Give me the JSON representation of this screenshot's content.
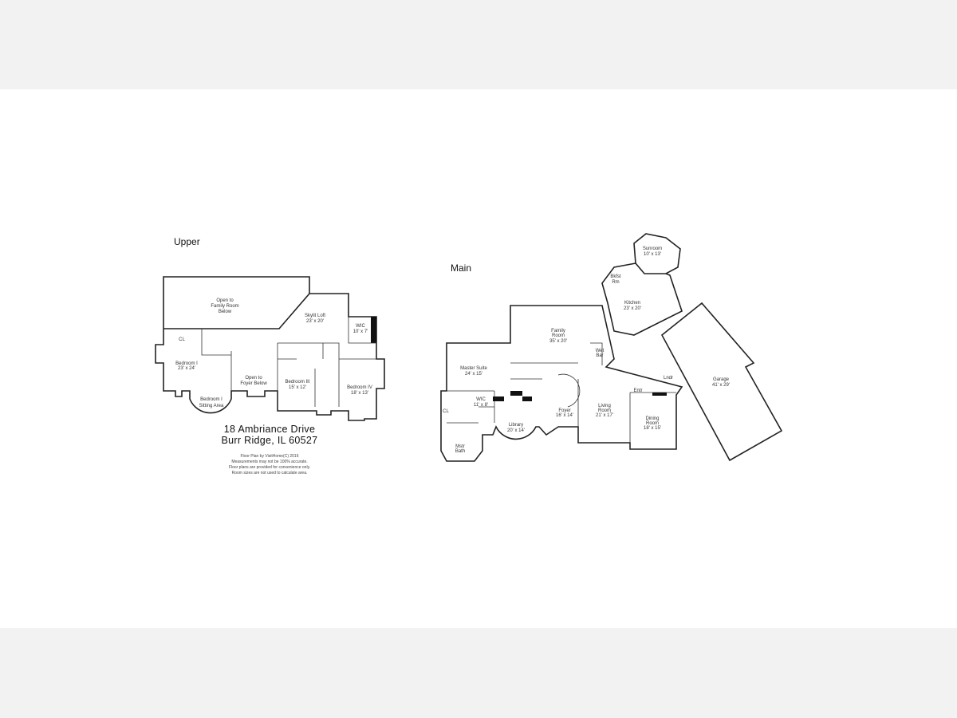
{
  "upper": {
    "title": "Upper",
    "rooms": {
      "open_family": [
        "Open to",
        "Family Room",
        "Below"
      ],
      "skylit_loft": [
        "Skylit Loft",
        "23' x 20'"
      ],
      "wic": [
        "WIC",
        "10' x 7'"
      ],
      "bedroom1": [
        "Bedroom I",
        "23' x 24'"
      ],
      "sitting": [
        "Bedroom I",
        "Sitting Area"
      ],
      "open_foyer": [
        "Open to",
        "Foyer Below"
      ],
      "bedroom3": [
        "Bedroom III",
        "15' x 12'"
      ],
      "bedroom4": [
        "Bedroom IV",
        "18' x 13'"
      ],
      "cl": "CL"
    }
  },
  "address": {
    "line1": "18 Ambriance Drive",
    "line2": "Burr Ridge, IL 60527"
  },
  "disclaimer": [
    "Floor Plan by VisitHome(C) 2016",
    "Measurements may not be 100% accurate.",
    "Floor plans are provided for convenience only.",
    "Room sizes are not used to calculate area."
  ],
  "main": {
    "title": "Main",
    "rooms": {
      "sunroom": [
        "Sunroom",
        "10' x 13'"
      ],
      "bkfst": [
        "Bkfst",
        "Rm"
      ],
      "kitchen": [
        "Kitchen",
        "23' x 20'"
      ],
      "family": [
        "Family",
        "Room",
        "35' x 20'"
      ],
      "wetbar": [
        "Wet",
        "Bar"
      ],
      "master": [
        "Master Suite",
        "24' x 15'"
      ],
      "wic": [
        "WIC",
        "11' x 8'"
      ],
      "library": [
        "Library",
        "20' x 14'"
      ],
      "foyer": [
        "Foyer",
        "16' x 14'"
      ],
      "living": [
        "Living",
        "Room",
        "21' x 17'"
      ],
      "dining": [
        "Dining",
        "Room",
        "18' x 15'"
      ],
      "entr": "Entr",
      "lndr": "Lndr",
      "garage": [
        "Garage",
        "41' x 29'"
      ],
      "mstr_bath": [
        "Mstr",
        "Bath"
      ],
      "cl": "CL"
    }
  }
}
